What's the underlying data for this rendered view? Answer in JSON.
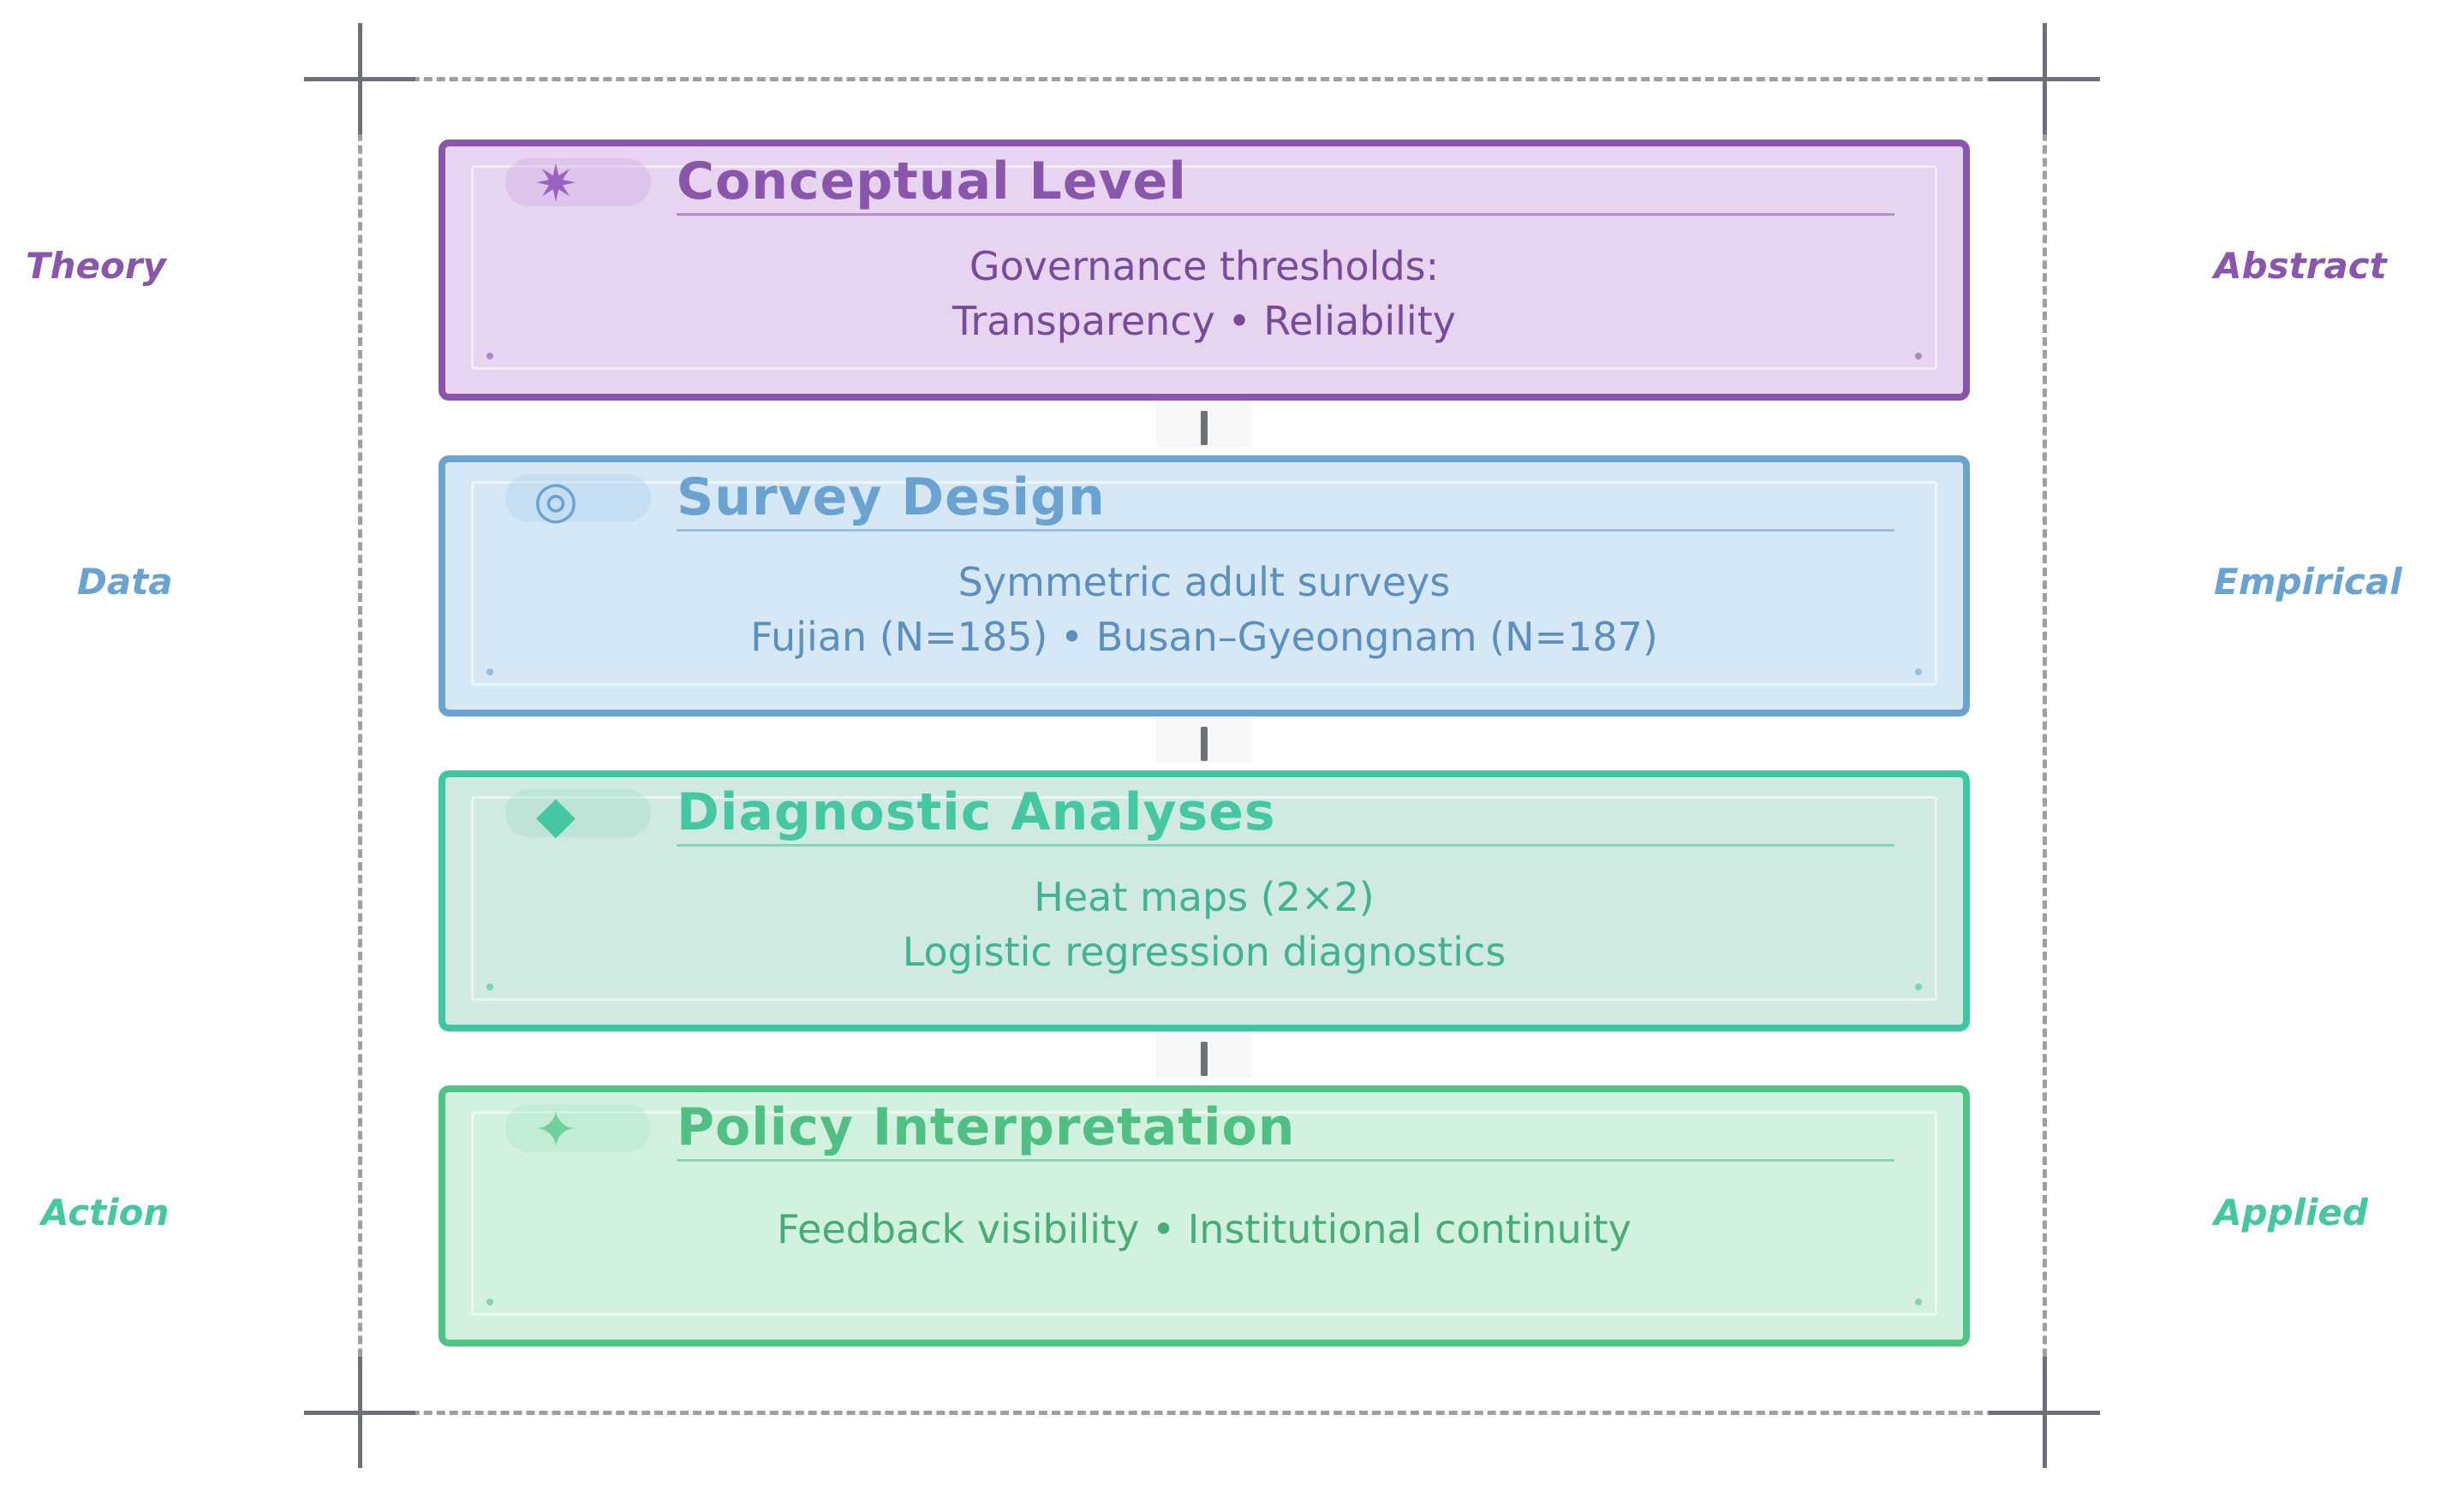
{
  "left_labels": [
    {
      "text": "Theory",
      "color": "#8a55ad"
    },
    {
      "text": "Data",
      "color": "#6aa2d1"
    },
    {
      "text": "Action",
      "color": "#45c7a3"
    }
  ],
  "right_labels": [
    {
      "text": "Abstract",
      "color": "#8a55ad"
    },
    {
      "text": "Empirical",
      "color": "#6aa2d1"
    },
    {
      "text": "Applied",
      "color": "#45c7a3"
    }
  ],
  "tiers": [
    {
      "title": "Conceptual Level",
      "icon": "gear-icon",
      "lines": [
        "Governance thresholds:",
        "Transparency • Reliability"
      ],
      "color": "#8a55ad"
    },
    {
      "title": "Survey Design",
      "icon": "target-icon",
      "lines": [
        "Symmetric adult surveys",
        "Fujian (N=185) • Busan–Gyeongnam (N=187)"
      ],
      "color": "#6aa2d1"
    },
    {
      "title": "Diagnostic Analyses",
      "icon": "diamond-icon",
      "lines": [
        "Heat maps (2×2)",
        "Logistic regression diagnostics"
      ],
      "color": "#3dc6a2"
    },
    {
      "title": "Policy Interpretation",
      "icon": "star-icon",
      "lines": [
        "Feedback visibility • Institutional continuity"
      ],
      "color": "#4cc585"
    }
  ]
}
